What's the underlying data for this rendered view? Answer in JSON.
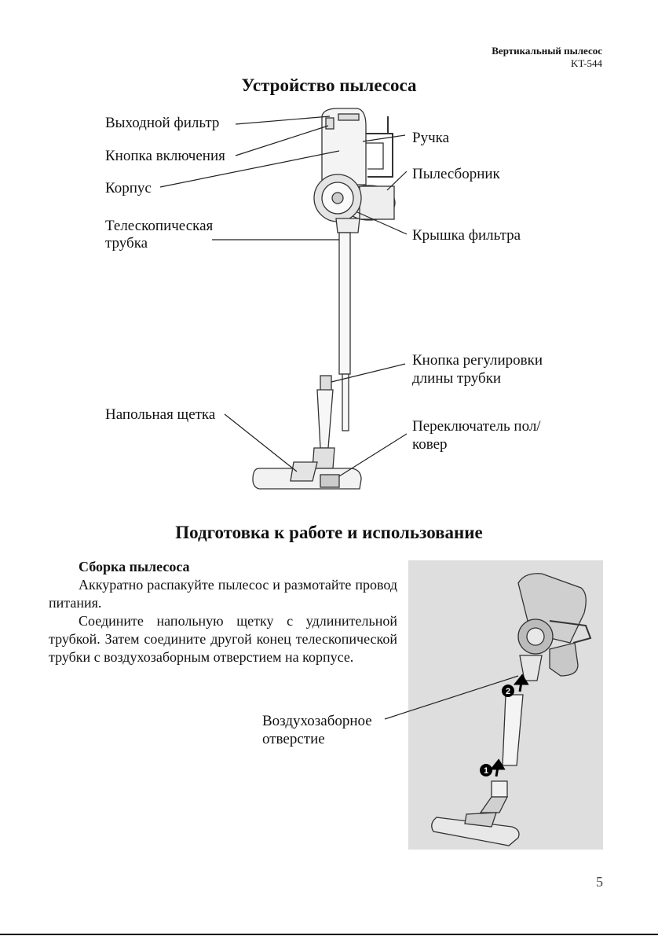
{
  "header": {
    "title": "Вертикальный пылесос",
    "model": "KT-544"
  },
  "diagram": {
    "heading": "Устройство пылесоса",
    "labels": {
      "exhaust_filter": "Выходной фильтр",
      "power_button": "Кнопка включения",
      "body": "Корпус",
      "tube_line1": "Телескопическая",
      "tube_line2": "трубка",
      "handle": "Ручка",
      "dust_container": "Пылесборник",
      "filter_cover": "Крышка фильтра",
      "length_button_line1": "Кнопка регулировки",
      "length_button_line2": "длины трубки",
      "floor_brush": "Напольная щетка",
      "switch_line1": "Переключатель пол/",
      "switch_line2": "ковер"
    }
  },
  "section": {
    "heading": "Подготовка к работе и использование",
    "subheading": "Сборка пылесоса",
    "para1": "Аккуратно распакуйте пылесос и размотайте провод питания.",
    "para2": "Соедините напольную щетку с удлинительной трубкой. Затем соедините другой конец телескопической трубки с воздухозаборным отверстием на корпусе."
  },
  "assembly_figure": {
    "label_line1": "Воздухозаборное",
    "label_line2": "отверстие",
    "step1": "1",
    "step2": "2"
  },
  "page_number": "5"
}
